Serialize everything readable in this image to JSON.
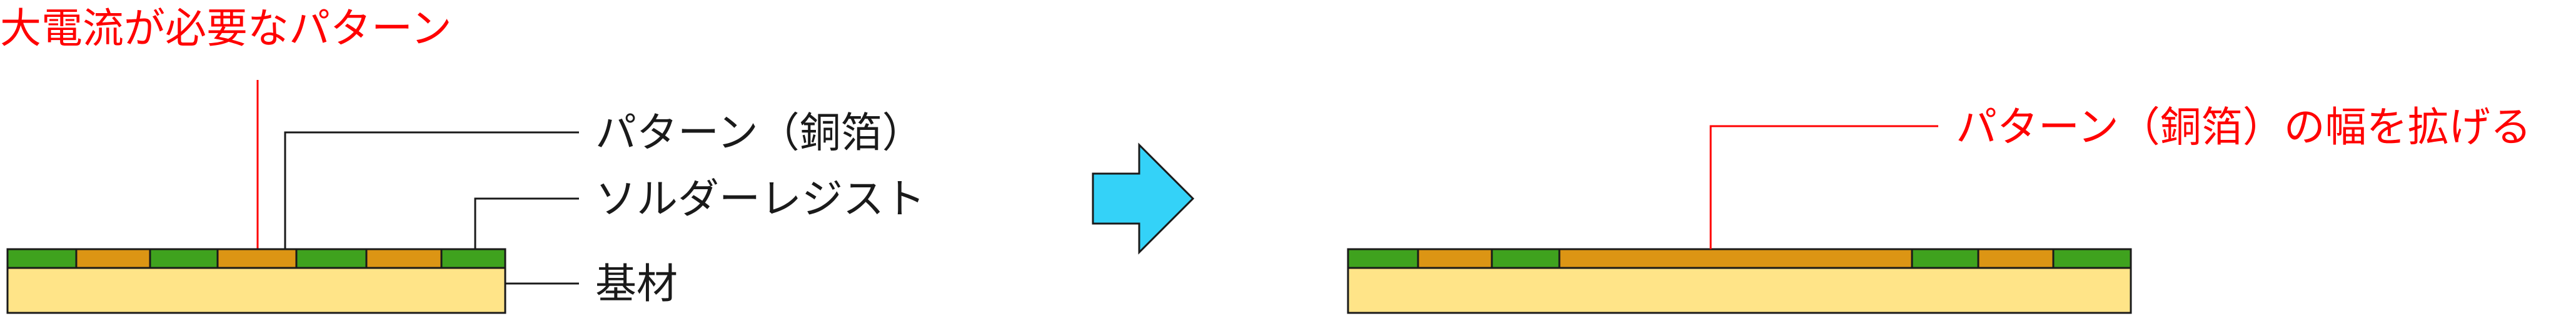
{
  "left": {
    "title": "大電流が必要なパターン",
    "labels": {
      "pattern": "パターン（銅箔）",
      "solder_resist": "ソルダーレジスト",
      "substrate": "基材"
    }
  },
  "right": {
    "callout": "パターン（銅箔）の幅を拡げる"
  },
  "colors": {
    "red": "#ff0000",
    "resist_green": "#3fa21e",
    "copper": "#dc9514",
    "substrate": "#ffe488",
    "arrow": "#34d2f8",
    "outline": "#1a1a1a"
  }
}
